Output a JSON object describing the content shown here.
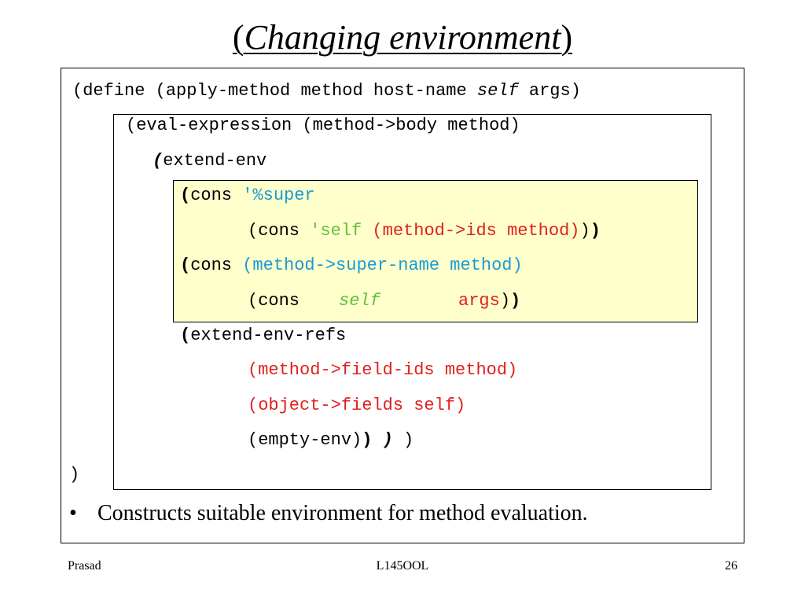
{
  "slide": {
    "title_open": "(",
    "title_text": "Changing environment",
    "title_close": ")",
    "code": {
      "l1_a": "(define (apply-method method host-name ",
      "l1_self": "self",
      "l1_b": " args)",
      "l2": "(eval-expression (method->body method)",
      "l3_paren": "(",
      "l3_text": "extend-env",
      "l4_paren": "(",
      "l4_a": "cons ",
      "l4_b": "'%super",
      "l5_a": "(cons ",
      "l5_b": "'self",
      "l5_c": " (method->ids method)",
      "l5_d": ")",
      "l5_e": ")",
      "l6_paren": "(",
      "l6_a": "cons ",
      "l6_b": "(method->super-name method)",
      "l7_a": "(cons ",
      "l7_b": "self",
      "l7_c": "args",
      "l7_d": ")",
      "l7_e": ")",
      "l8_paren": "(",
      "l8_text": "extend-env-refs",
      "l9": "(method->field-ids method)",
      "l10": "(object->fields self)",
      "l11_a": "(empty-env)",
      "l11_b": ")",
      "l11_c": " )",
      "l11_d": " )",
      "l12": ")"
    },
    "bullet_symbol": "•",
    "bullet_text": "Constructs suitable environment for method evaluation."
  },
  "footer": {
    "left": "Prasad",
    "center": "L145OOL",
    "right": "26"
  },
  "colors": {
    "highlight_bg": "#ffffcc",
    "blue": "#1a9ad6",
    "green": "#5fbf3a",
    "red": "#e0201e"
  }
}
